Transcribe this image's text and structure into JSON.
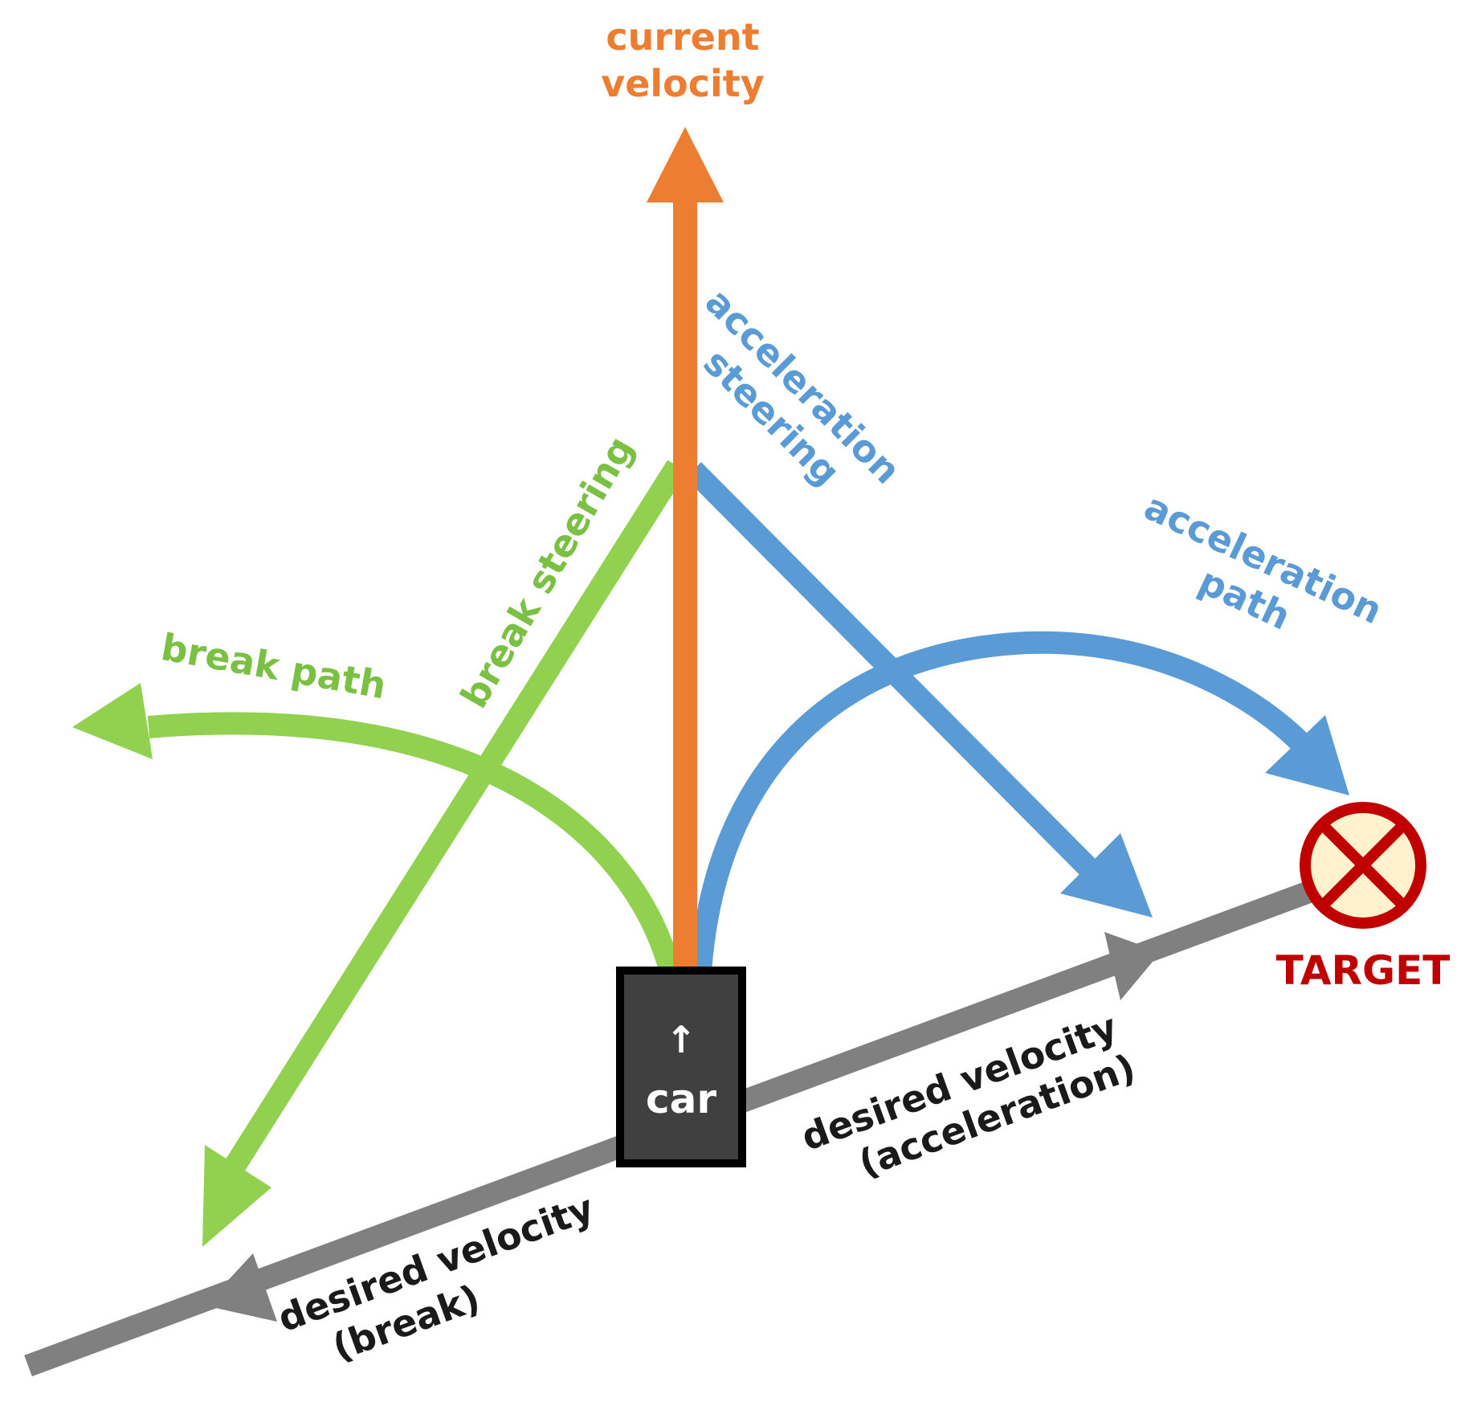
{
  "labels": {
    "current_velocity": [
      "current",
      "velocity"
    ],
    "acceleration_steering": [
      "acceleration",
      "steering"
    ],
    "acceleration_path": [
      "acceleration",
      "path"
    ],
    "break_steering": "break steering",
    "break_path": "break path",
    "target": "TARGET",
    "car": "car",
    "car_arrow": "↑",
    "desired_velocity_acceleration": [
      "desired velocity",
      "(acceleration)"
    ],
    "desired_velocity_break": [
      "desired velocity",
      "(break)"
    ]
  },
  "colors": {
    "current_velocity": "#ED7D31",
    "acceleration": "#5B9BD5",
    "break": "#92D050",
    "desired_velocity": "#808080",
    "car_body": "#404040",
    "car_border": "#000000",
    "target_fill": "#FFF2CC",
    "target_stroke": "#C00000"
  },
  "icons": {
    "target": "circled-x-icon",
    "car_heading": "up-arrow-icon"
  }
}
